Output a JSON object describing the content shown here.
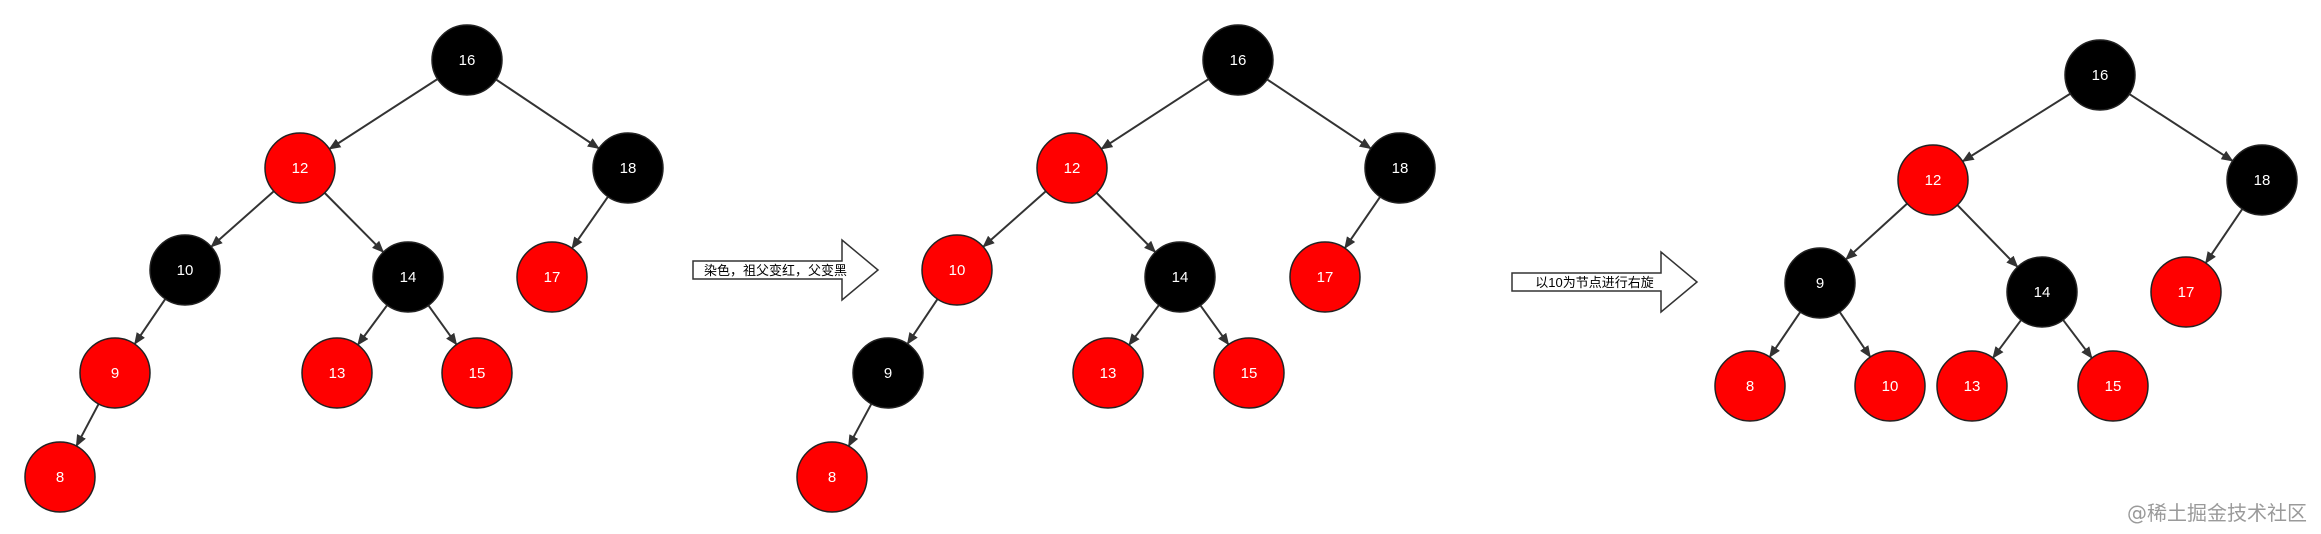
{
  "colors": {
    "red": "#ff0000",
    "black": "#000000",
    "edge": "#333333",
    "label": "#ffffff"
  },
  "arrows": [
    {
      "id": "step1",
      "text": "染色，祖父变红，父变黑"
    },
    {
      "id": "step2",
      "text": "以10为节点进行右旋"
    }
  ],
  "trees": [
    {
      "id": "before",
      "nodes": [
        {
          "id": "n16",
          "label": "16",
          "color": "black"
        },
        {
          "id": "n12",
          "label": "12",
          "color": "red"
        },
        {
          "id": "n18",
          "label": "18",
          "color": "black"
        },
        {
          "id": "n10",
          "label": "10",
          "color": "black"
        },
        {
          "id": "n14",
          "label": "14",
          "color": "black"
        },
        {
          "id": "n17",
          "label": "17",
          "color": "red"
        },
        {
          "id": "n9",
          "label": "9",
          "color": "red"
        },
        {
          "id": "n13",
          "label": "13",
          "color": "red"
        },
        {
          "id": "n15",
          "label": "15",
          "color": "red"
        },
        {
          "id": "n8",
          "label": "8",
          "color": "red"
        }
      ],
      "edges": [
        [
          "n16",
          "n12"
        ],
        [
          "n16",
          "n18"
        ],
        [
          "n12",
          "n10"
        ],
        [
          "n12",
          "n14"
        ],
        [
          "n18",
          "n17"
        ],
        [
          "n10",
          "n9"
        ],
        [
          "n14",
          "n13"
        ],
        [
          "n14",
          "n15"
        ],
        [
          "n9",
          "n8"
        ]
      ]
    },
    {
      "id": "recolored",
      "nodes": [
        {
          "id": "n16",
          "label": "16",
          "color": "black"
        },
        {
          "id": "n12",
          "label": "12",
          "color": "red"
        },
        {
          "id": "n18",
          "label": "18",
          "color": "black"
        },
        {
          "id": "n10",
          "label": "10",
          "color": "red"
        },
        {
          "id": "n14",
          "label": "14",
          "color": "black"
        },
        {
          "id": "n17",
          "label": "17",
          "color": "red"
        },
        {
          "id": "n9",
          "label": "9",
          "color": "black"
        },
        {
          "id": "n13",
          "label": "13",
          "color": "red"
        },
        {
          "id": "n15",
          "label": "15",
          "color": "red"
        },
        {
          "id": "n8",
          "label": "8",
          "color": "red"
        }
      ],
      "edges": [
        [
          "n16",
          "n12"
        ],
        [
          "n16",
          "n18"
        ],
        [
          "n12",
          "n10"
        ],
        [
          "n12",
          "n14"
        ],
        [
          "n18",
          "n17"
        ],
        [
          "n10",
          "n9"
        ],
        [
          "n14",
          "n13"
        ],
        [
          "n14",
          "n15"
        ],
        [
          "n9",
          "n8"
        ]
      ]
    },
    {
      "id": "rotated",
      "nodes": [
        {
          "id": "n16",
          "label": "16",
          "color": "black"
        },
        {
          "id": "n12",
          "label": "12",
          "color": "red"
        },
        {
          "id": "n18",
          "label": "18",
          "color": "black"
        },
        {
          "id": "n9",
          "label": "9",
          "color": "black"
        },
        {
          "id": "n14",
          "label": "14",
          "color": "black"
        },
        {
          "id": "n17",
          "label": "17",
          "color": "red"
        },
        {
          "id": "n8",
          "label": "8",
          "color": "red"
        },
        {
          "id": "n10",
          "label": "10",
          "color": "red"
        },
        {
          "id": "n13",
          "label": "13",
          "color": "red"
        },
        {
          "id": "n15",
          "label": "15",
          "color": "red"
        }
      ],
      "edges": [
        [
          "n16",
          "n12"
        ],
        [
          "n16",
          "n18"
        ],
        [
          "n12",
          "n9"
        ],
        [
          "n12",
          "n14"
        ],
        [
          "n18",
          "n17"
        ],
        [
          "n9",
          "n8"
        ],
        [
          "n9",
          "n10"
        ],
        [
          "n14",
          "n13"
        ],
        [
          "n14",
          "n15"
        ]
      ]
    }
  ],
  "watermark": "@稀土掘金技术社区"
}
